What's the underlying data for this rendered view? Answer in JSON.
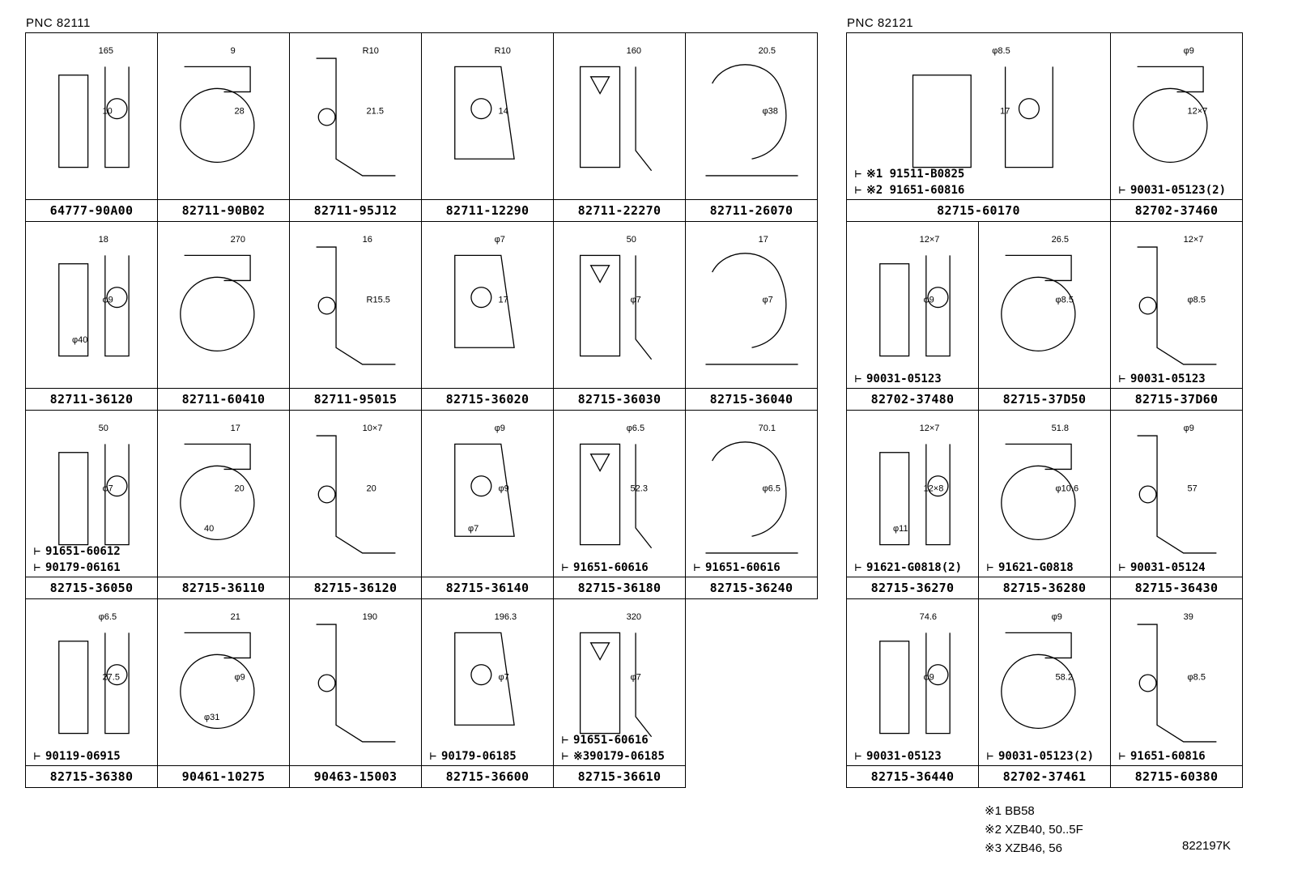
{
  "left_group": {
    "pnc": "PNC 82111",
    "rows": [
      [
        {
          "part": "64777-90A00",
          "dims": [
            "165",
            "10"
          ],
          "subs": []
        },
        {
          "part": "82711-90B02",
          "dims": [
            "9",
            "28"
          ],
          "subs": []
        },
        {
          "part": "82711-95J12",
          "dims": [
            "R10",
            "21.5"
          ],
          "subs": []
        },
        {
          "part": "82711-12290",
          "dims": [
            "R10",
            "14"
          ],
          "subs": []
        },
        {
          "part": "82711-22270",
          "dims": [
            "160"
          ],
          "subs": []
        },
        {
          "part": "82711-26070",
          "dims": [
            "20.5",
            "φ38"
          ],
          "subs": []
        }
      ],
      [
        {
          "part": "82711-36120",
          "dims": [
            "18",
            "φ9",
            "φ40"
          ],
          "subs": []
        },
        {
          "part": "82711-60410",
          "dims": [
            "270"
          ],
          "subs": []
        },
        {
          "part": "82711-95015",
          "dims": [
            "16",
            "R15.5"
          ],
          "subs": []
        },
        {
          "part": "82715-36020",
          "dims": [
            "φ7",
            "17"
          ],
          "subs": []
        },
        {
          "part": "82715-36030",
          "dims": [
            "50",
            "φ7"
          ],
          "subs": []
        },
        {
          "part": "82715-36040",
          "dims": [
            "17",
            "φ7"
          ],
          "subs": []
        }
      ],
      [
        {
          "part": "82715-36050",
          "dims": [
            "50",
            "φ7"
          ],
          "subs": [
            "91651-60612",
            "90179-06161"
          ]
        },
        {
          "part": "82715-36110",
          "dims": [
            "17",
            "20",
            "40"
          ],
          "subs": []
        },
        {
          "part": "82715-36120",
          "dims": [
            "10×7",
            "20"
          ],
          "subs": []
        },
        {
          "part": "82715-36140",
          "dims": [
            "φ9",
            "φ9",
            "φ7"
          ],
          "subs": []
        },
        {
          "part": "82715-36180",
          "dims": [
            "φ6.5",
            "52.3"
          ],
          "subs": [
            "91651-60616"
          ]
        },
        {
          "part": "82715-36240",
          "dims": [
            "70.1",
            "φ6.5"
          ],
          "subs": [
            "91651-60616"
          ]
        }
      ],
      [
        {
          "part": "82715-36380",
          "dims": [
            "φ6.5",
            "27.5"
          ],
          "subs": [
            "90119-06915"
          ]
        },
        {
          "part": "90461-10275",
          "dims": [
            "21",
            "φ9",
            "φ31"
          ],
          "subs": []
        },
        {
          "part": "90463-15003",
          "dims": [
            "190"
          ],
          "subs": []
        },
        {
          "part": "82715-36600",
          "dims": [
            "196.3",
            "φ7"
          ],
          "subs": [
            "90179-06185"
          ]
        },
        {
          "part": "82715-36610",
          "dims": [
            "320",
            "φ7"
          ],
          "subs": [
            "91651-60616",
            "※390179-06185"
          ]
        }
      ]
    ]
  },
  "right_group": {
    "pnc": "PNC 82121",
    "rows": [
      [
        {
          "part": "82715-60170",
          "span": 2,
          "dims": [
            "φ8.5",
            "17"
          ],
          "subs": [
            "※1 91511-B0825",
            "※2 91651-60816"
          ]
        },
        {
          "part": "82702-37460",
          "dims": [
            "φ9",
            "12×7"
          ],
          "subs": [
            "90031-05123(2)"
          ]
        }
      ],
      [
        {
          "part": "82702-37480",
          "dims": [
            "12×7",
            "φ9"
          ],
          "subs": [
            "90031-05123"
          ]
        },
        {
          "part": "82715-37D50",
          "dims": [
            "26.5",
            "φ8.5"
          ],
          "subs": []
        },
        {
          "part": "82715-37D60",
          "dims": [
            "12×7",
            "φ8.5"
          ],
          "subs": [
            "90031-05123"
          ]
        }
      ],
      [
        {
          "part": "82715-36270",
          "dims": [
            "12×7",
            "12×8",
            "φ11"
          ],
          "subs": [
            "91621-G0818(2)"
          ]
        },
        {
          "part": "82715-36280",
          "dims": [
            "51.8",
            "φ10.6"
          ],
          "subs": [
            "91621-G0818"
          ]
        },
        {
          "part": "82715-36430",
          "dims": [
            "φ9",
            "57"
          ],
          "subs": [
            "90031-05124"
          ]
        }
      ],
      [
        {
          "part": "82715-36440",
          "dims": [
            "74.6",
            "φ9"
          ],
          "subs": [
            "90031-05123"
          ]
        },
        {
          "part": "82702-37461",
          "dims": [
            "φ9",
            "58.2"
          ],
          "subs": [
            "90031-05123(2)"
          ]
        },
        {
          "part": "82715-60380",
          "dims": [
            "39",
            "φ8.5"
          ],
          "subs": [
            "91651-60816"
          ]
        }
      ]
    ]
  },
  "footnotes": [
    "※1 BB58",
    "※2 XZB40, 50..5F",
    "※3 XZB46, 56"
  ],
  "diagram_code": "822197K"
}
